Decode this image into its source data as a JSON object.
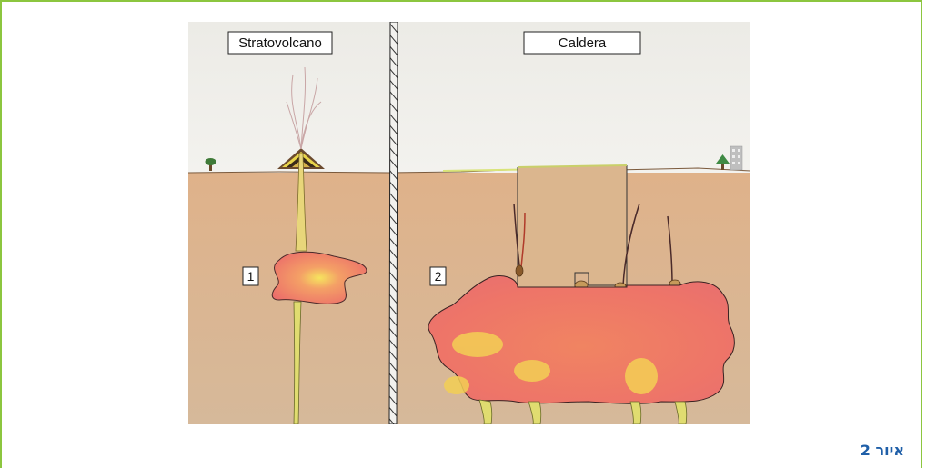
{
  "figure": {
    "labels": {
      "stratovolcano": "Stratovolcano",
      "caldera": "Caldera",
      "marker_1": "1",
      "marker_2": "2"
    }
  },
  "caption": "איור 2",
  "colors": {
    "frame": "#8cc63f",
    "caption": "#1f5fa8",
    "sky": "#ededea",
    "ground": "#dcb48e",
    "magma": "#ec7a55",
    "magma_core": "#f3dd55"
  }
}
